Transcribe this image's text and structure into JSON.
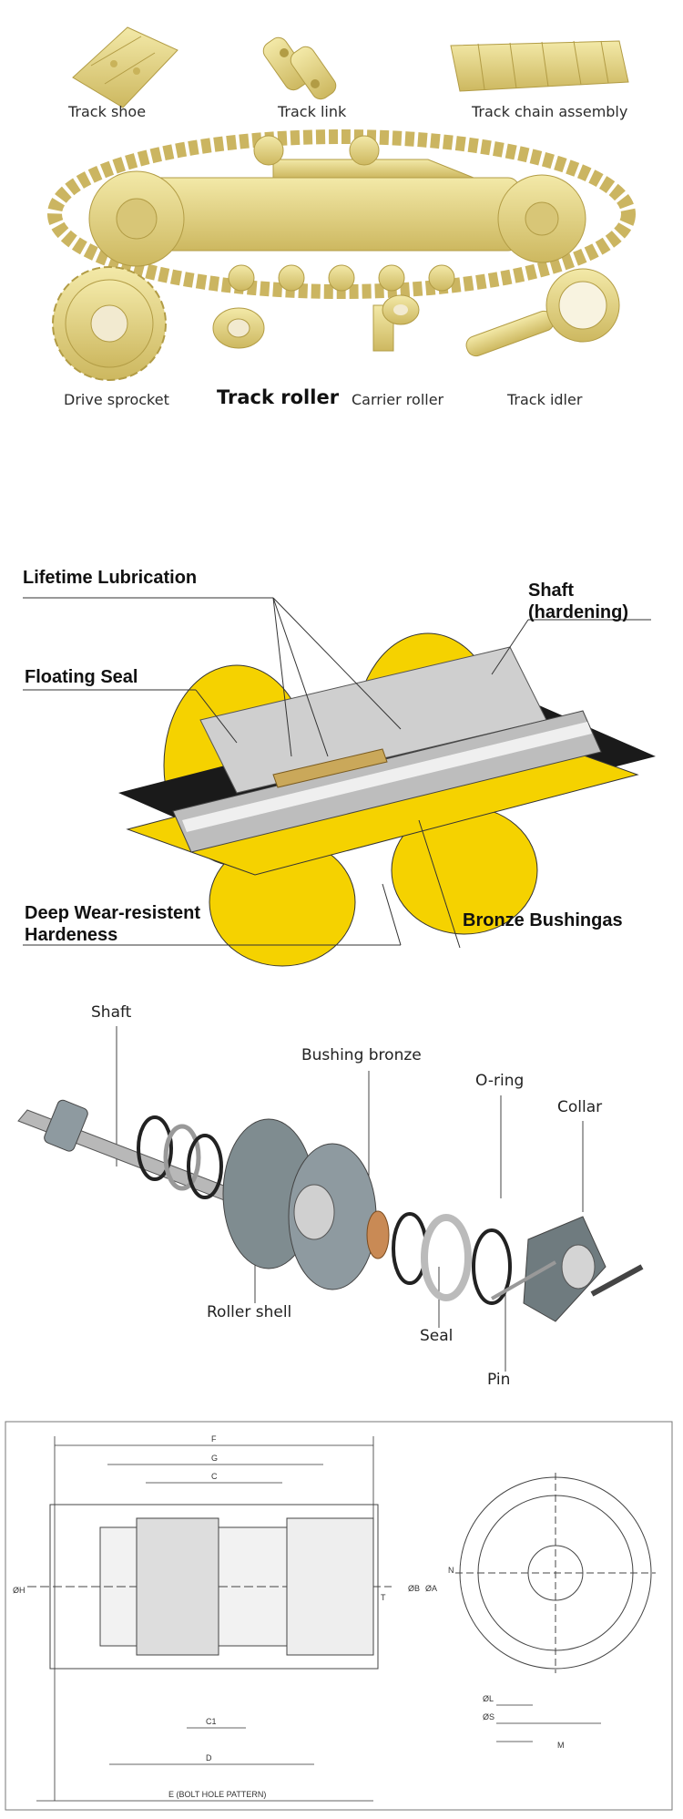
{
  "panel1": {
    "captions": {
      "track_shoe": "Track shoe",
      "track_link": "Track link",
      "track_chain_assembly": "Track chain assembly",
      "drive_sprocket": "Drive sprocket",
      "track_roller": "Track roller",
      "carrier_roller": "Carrier roller",
      "track_idler": "Track idler"
    },
    "part_color": "#e8d98a"
  },
  "panel2": {
    "callouts": {
      "lifetime_lubrication": "Lifetime Lubrication",
      "shaft_line1": "Shaft",
      "shaft_line2": "(hardening)",
      "floating_seal": "Floating Seal",
      "deep_wear_line1": "Deep Wear-resistent",
      "deep_wear_line2": "Hardeness",
      "bronze_bushings": "Bronze Bushingas"
    },
    "body_color": "#f5d200"
  },
  "panel3": {
    "labels": {
      "shaft": "Shaft",
      "bushing_bronze": "Bushing bronze",
      "o_ring": "O-ring",
      "collar": "Collar",
      "roller_shell": "Roller shell",
      "seal": "Seal",
      "pin": "Pin"
    }
  },
  "panel4": {
    "dims": {
      "F": "F",
      "G": "G",
      "C": "C",
      "H": "ØH",
      "B": "ØB",
      "A": "ØA",
      "T": "T",
      "N": "N",
      "C1": "C1",
      "D": "D",
      "E": "E (BOLT HOLE PATTERN)",
      "L": "ØL",
      "S": "ØS",
      "M": "M"
    }
  }
}
